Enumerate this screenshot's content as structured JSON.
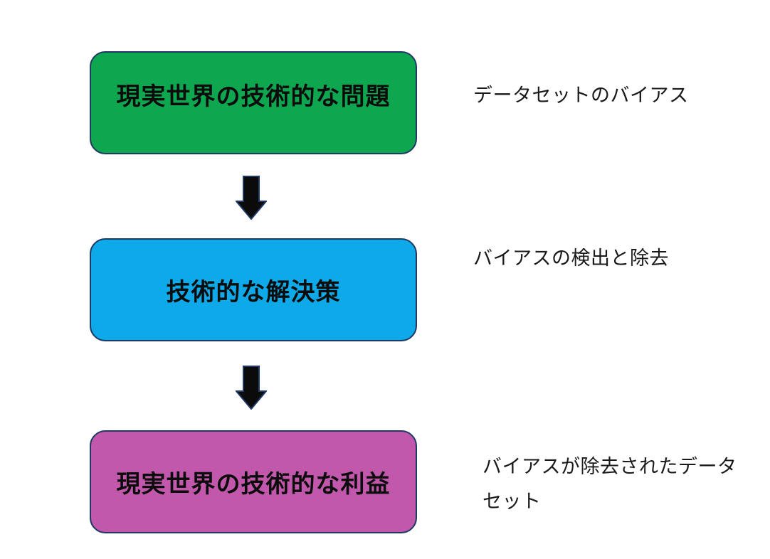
{
  "diagram": {
    "background": "#ffffff",
    "stroke_color": "#1f3864",
    "arrow": {
      "fill": "#0b0b0b",
      "stroke": "#1f3864"
    },
    "boxes": [
      {
        "label": "現実世界の技術的な問題",
        "fill": "#0fa650"
      },
      {
        "label": "技術的な解決策",
        "fill": "#0da9e8"
      },
      {
        "label": "現実世界の技術的な利益",
        "fill": "#c158ac"
      }
    ],
    "annotations": [
      {
        "lines": [
          "データセットのバイアス"
        ]
      },
      {
        "lines": [
          "バイアスの検出と除去"
        ]
      },
      {
        "lines": [
          "バイアスが除去されたデータ",
          "セット"
        ]
      }
    ]
  }
}
